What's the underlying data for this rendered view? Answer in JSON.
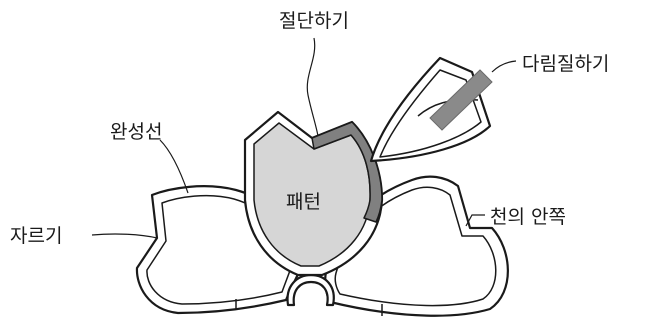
{
  "labels": {
    "cutting": "절단하기",
    "ironing": "다림질하기",
    "finished_line": "완성선",
    "trimming": "자르기",
    "fabric_inside": "천의 안쪽",
    "pattern": "패턴"
  },
  "colors": {
    "line": "#1a1a1a",
    "pattern_fill": "#d6d6d6",
    "strip_fill": "#808080",
    "iron_plate": "#8a8a8a",
    "background": "#ffffff"
  }
}
